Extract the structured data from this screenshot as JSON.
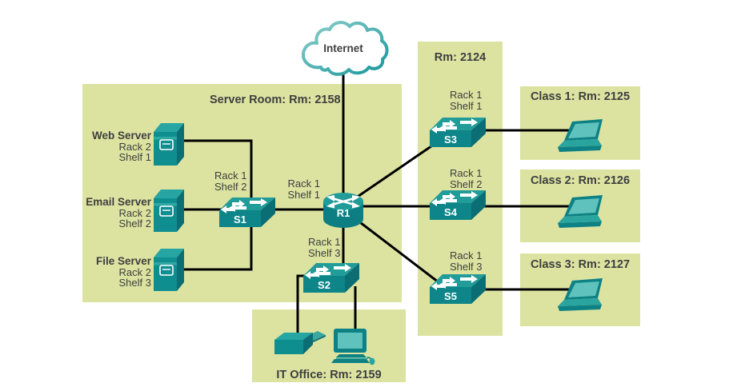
{
  "cloud": {
    "label": "Internet"
  },
  "rooms": {
    "server_room": {
      "label": "Server Room: Rm: 2158"
    },
    "it_office": {
      "label": "IT Office: Rm: 2159"
    },
    "rm2124": {
      "label": "Rm: 2124"
    },
    "class1": {
      "label": "Class 1: Rm: 2125"
    },
    "class2": {
      "label": "Class 2: Rm: 2126"
    },
    "class3": {
      "label": "Class 3: Rm: 2127"
    }
  },
  "servers": [
    {
      "name": "Web Server",
      "rack": "Rack 2",
      "shelf": "Shelf 1"
    },
    {
      "name": "Email Server",
      "rack": "Rack 2",
      "shelf": "Shelf 2"
    },
    {
      "name": "File Server",
      "rack": "Rack 2",
      "shelf": "Shelf 3"
    }
  ],
  "router": {
    "label": "R1",
    "rack": "Rack 1",
    "shelf": "Shelf 1"
  },
  "switches": {
    "s1": {
      "label": "S1",
      "rack": "Rack 1",
      "shelf": "Shelf 2"
    },
    "s2": {
      "label": "S2",
      "rack": "Rack 1",
      "shelf": "Shelf 3"
    },
    "s3": {
      "label": "S3",
      "rack": "Rack 1",
      "shelf": "Shelf 1"
    },
    "s4": {
      "label": "S4",
      "rack": "Rack 1",
      "shelf": "Shelf 2"
    },
    "s5": {
      "label": "S5",
      "rack": "Rack 1",
      "shelf": "Shelf 3"
    }
  },
  "colors": {
    "room_fill": "#dce3a1",
    "device_teal": "#0e8689",
    "device_teal_top": "#219c99",
    "device_teal_dark": "#0a6e74",
    "screen_teal": "#5fc2bd",
    "cloud_stroke": "#189598",
    "wire": "#000000",
    "text": "#3e3e3e"
  }
}
